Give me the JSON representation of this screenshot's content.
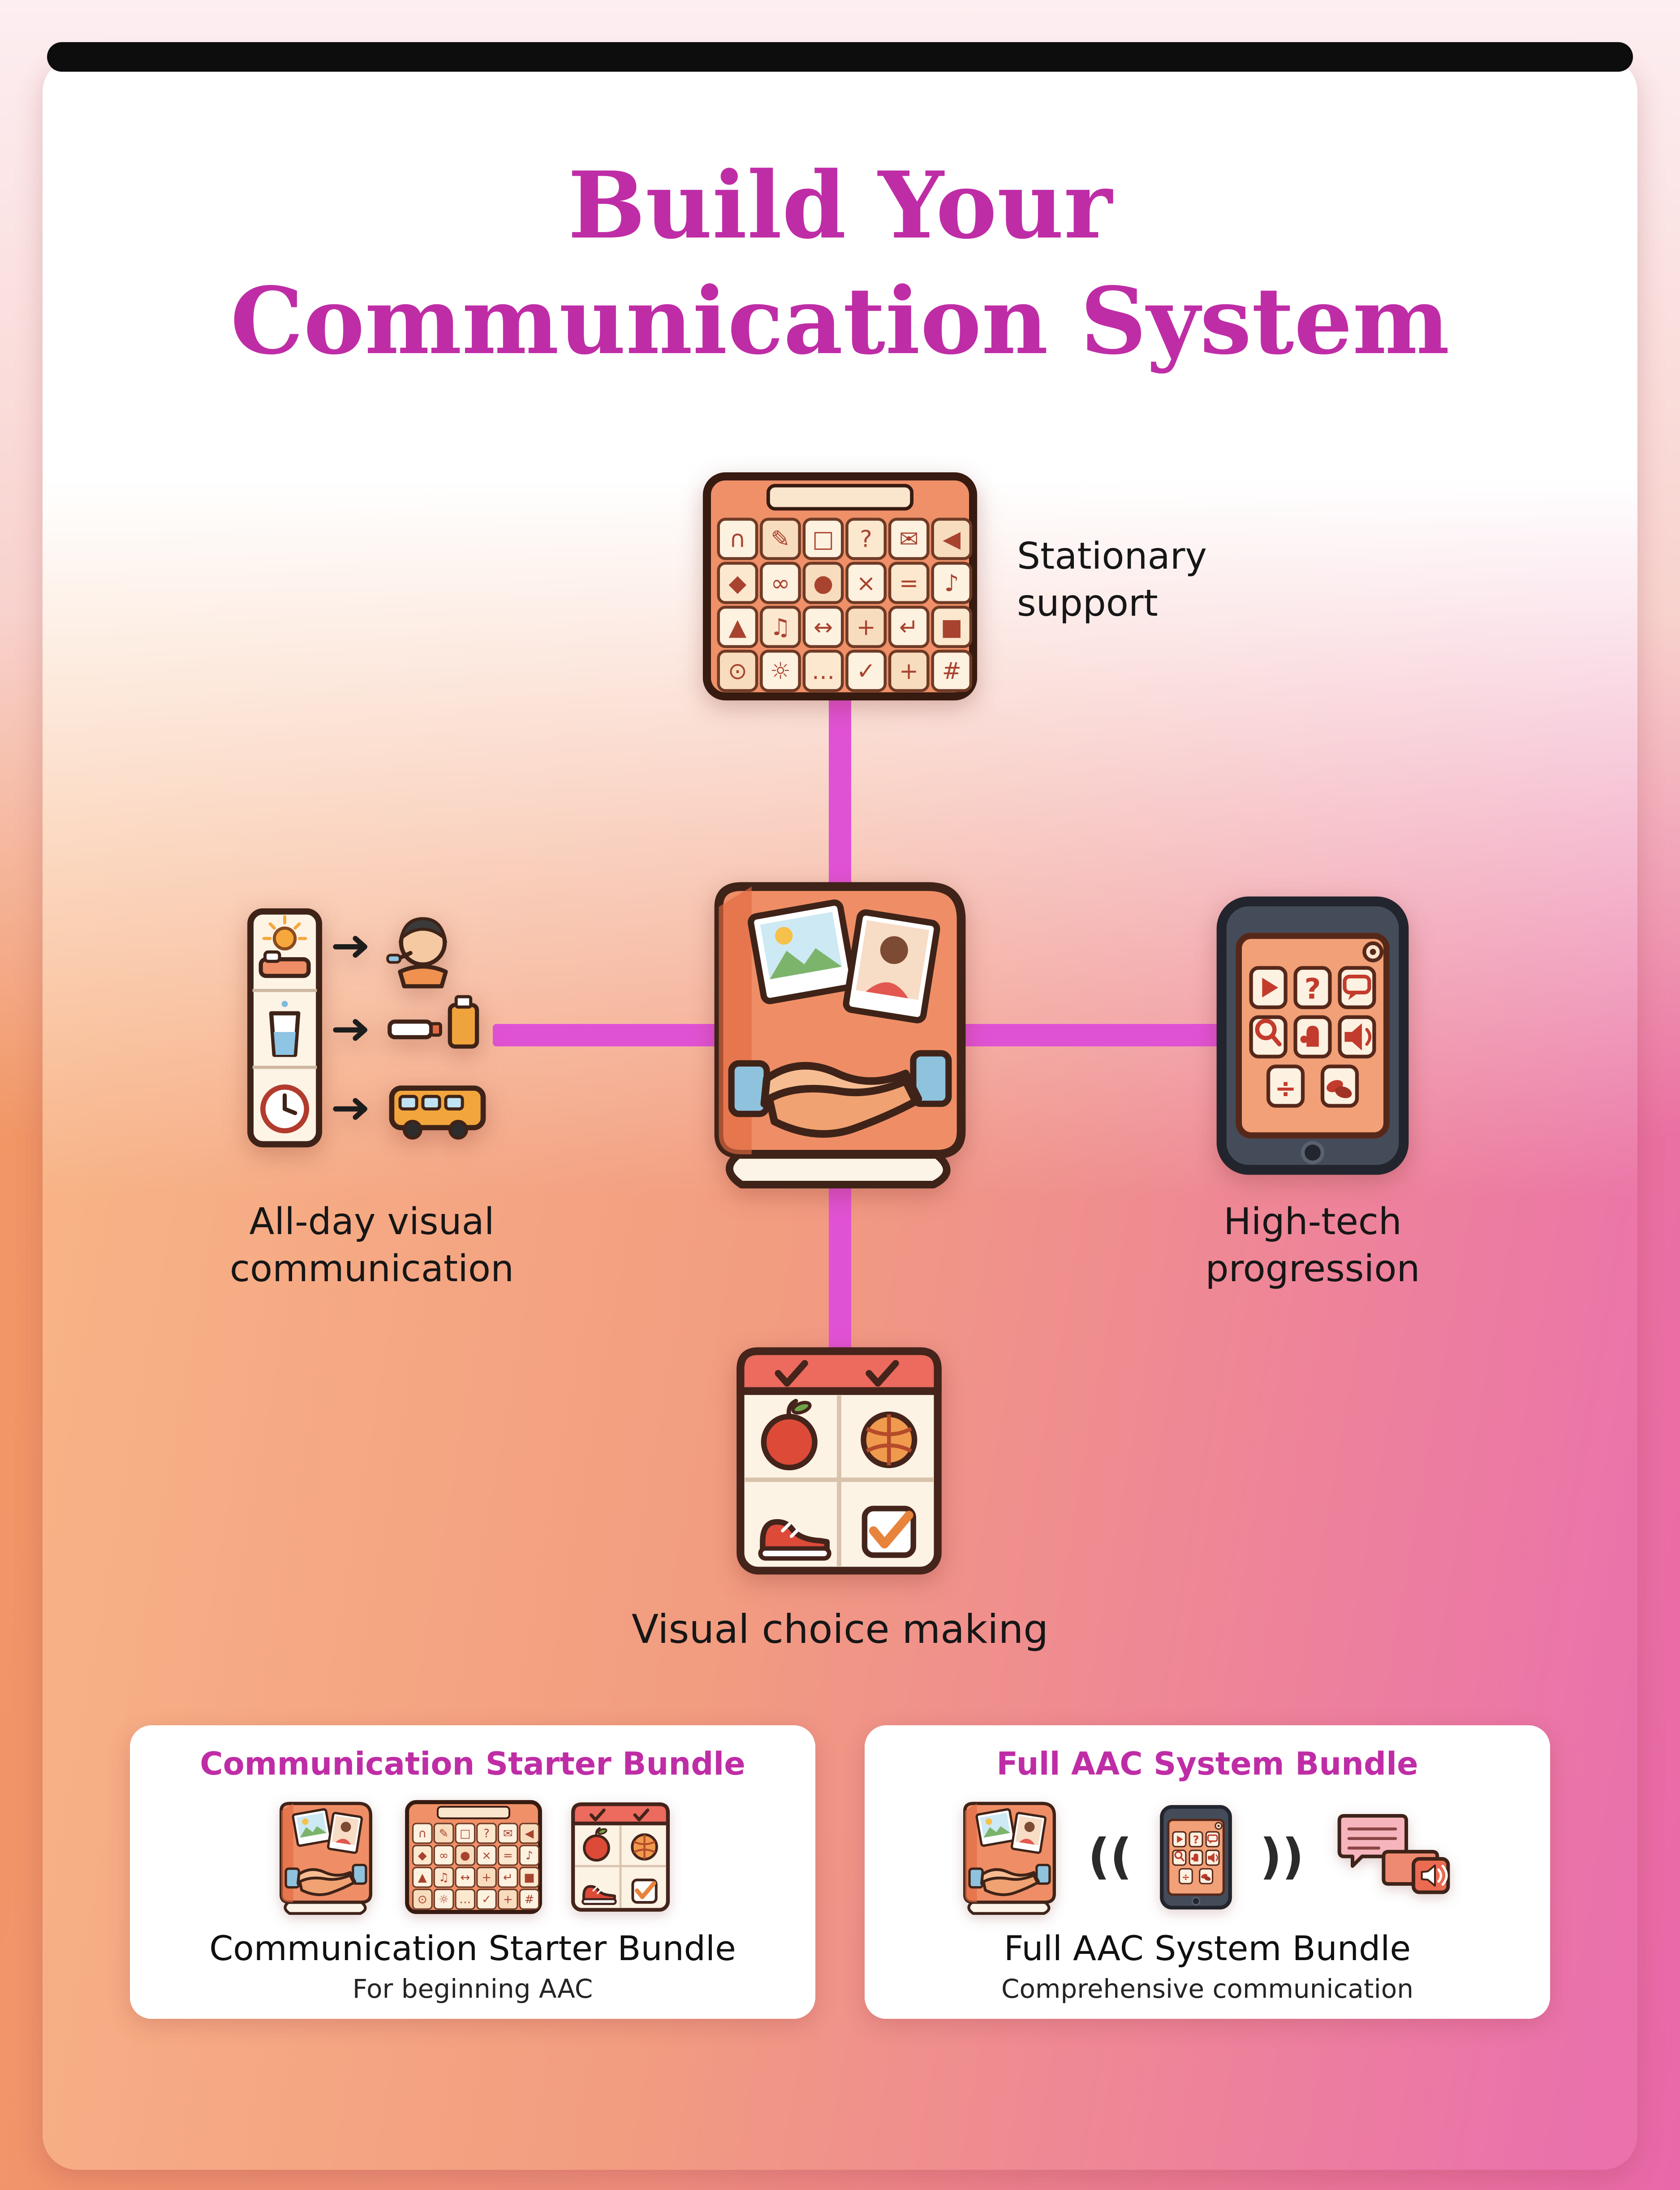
{
  "title": {
    "line1": "Build Your",
    "line2": "Communication System"
  },
  "diagram": {
    "top_label": "Stationary support",
    "left_label": "All-day visual communication",
    "right_label": "High-tech progression",
    "bottom_label": "Visual choice making",
    "icons": {
      "center": "communication-book-icon",
      "top": "aac-board-icon",
      "left": "visual-schedule-icon",
      "right": "tablet-icon",
      "bottom": "choice-board-icon"
    }
  },
  "bundles": {
    "starter": {
      "heading": "Communication Starter Bundle",
      "title": "Communication Starter Bundle",
      "subtitle": "For beginning AAC",
      "icons": [
        "communication-book-icon",
        "aac-board-icon",
        "choice-board-icon"
      ]
    },
    "full": {
      "heading": "Full AAC System Bundle",
      "title": "Full AAC System Bundle",
      "subtitle": "Comprehensive communication",
      "soundwave_left": "((",
      "soundwave_right": "))",
      "icons": [
        "communication-book-icon",
        "tablet-icon",
        "speech-bubbles-icon"
      ]
    }
  },
  "colors": {
    "accent_magenta": "#bf2da6",
    "connector_pink": "#e052d4",
    "icon_orange": "#ef8e66",
    "ink": "#161616"
  }
}
